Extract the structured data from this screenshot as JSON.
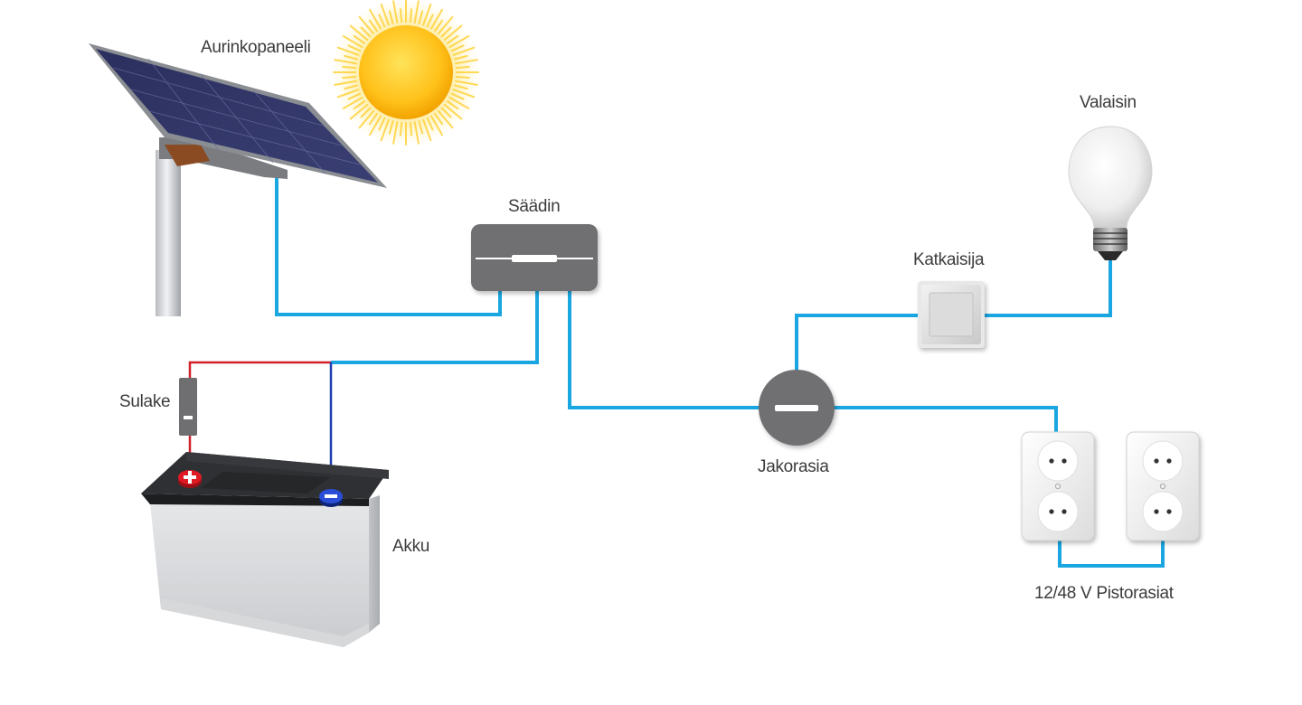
{
  "labels": {
    "solar_panel": "Aurinkopaneeli",
    "controller": "Säädin",
    "fuse": "Sulake",
    "battery": "Akku",
    "junction_box": "Jakorasia",
    "switch": "Katkaisija",
    "lamp": "Valaisin",
    "outlets": "12/48 V Pistorasiat"
  },
  "colors": {
    "wire": "#1aa6e0",
    "positive_wire": "#d0202a",
    "negative_wire": "#1f3fb0",
    "device_gray": "#6f6f72",
    "sun": "#ffc61a"
  },
  "icons": {
    "sun": "sun-icon",
    "panel": "solar-panel-icon",
    "battery": "battery-icon",
    "lamp": "light-bulb-icon",
    "switch": "light-switch-icon",
    "outlet": "power-outlet-icon"
  }
}
